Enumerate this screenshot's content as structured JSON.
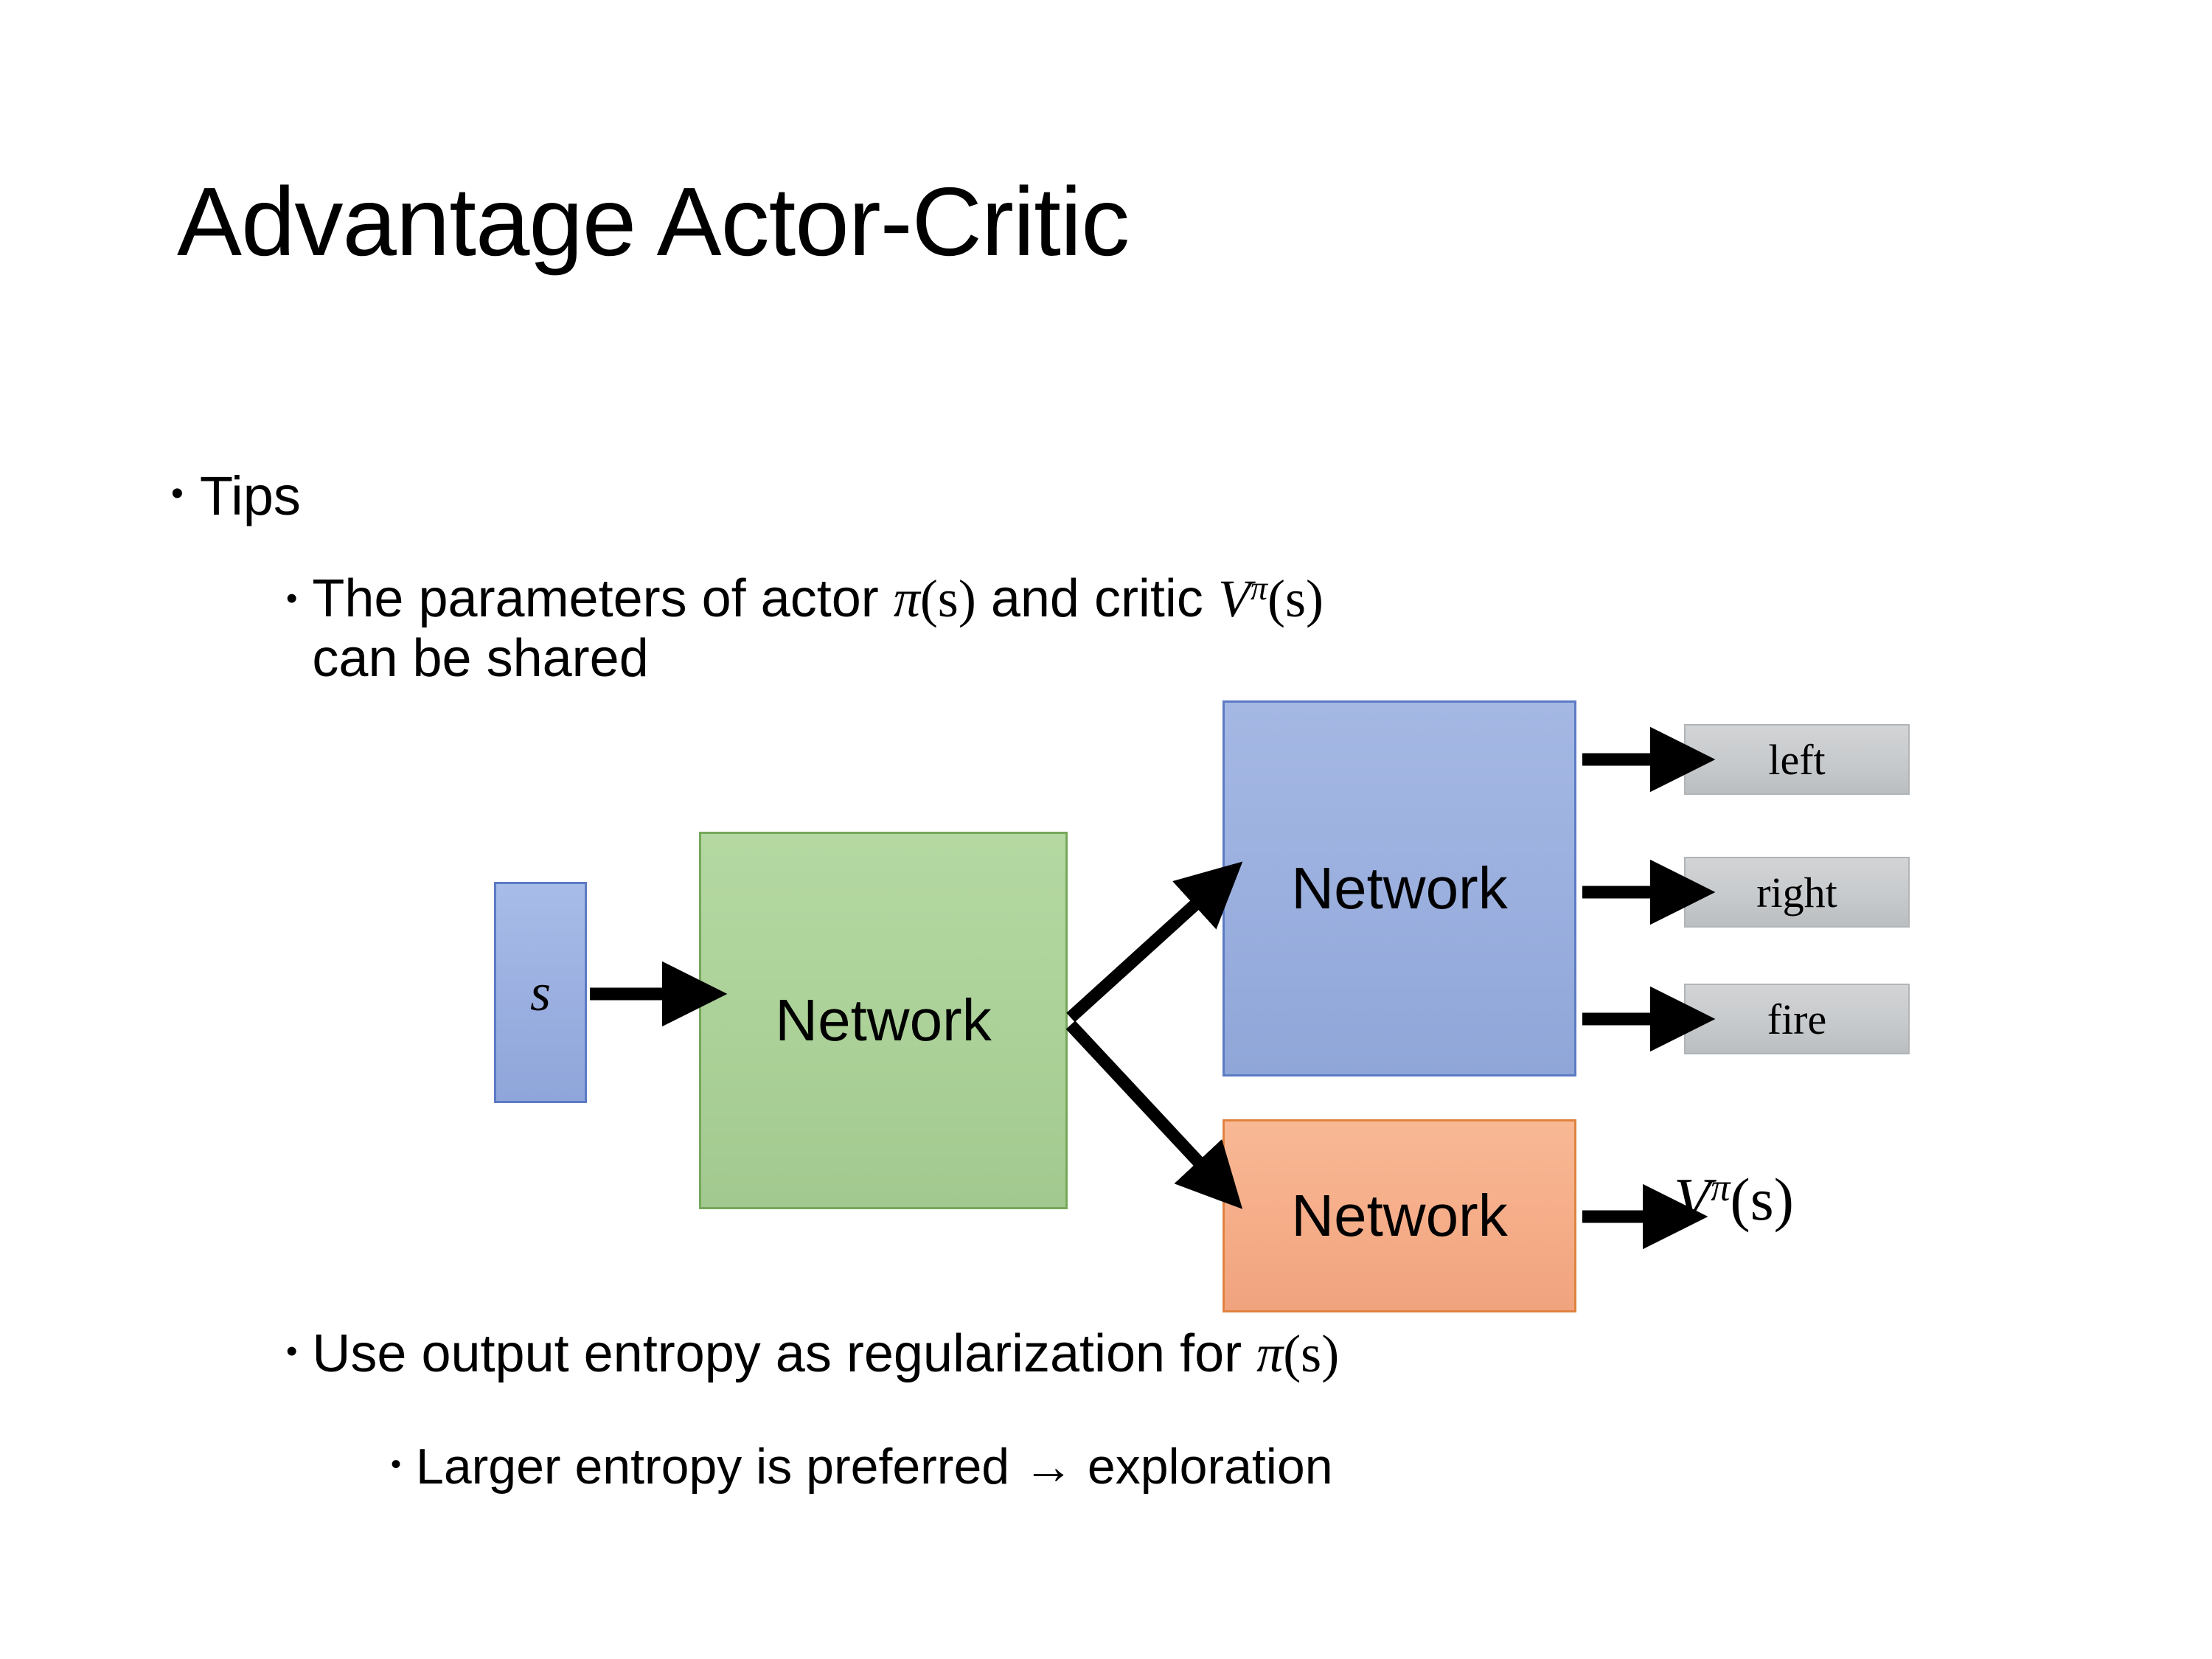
{
  "slide": {
    "title": "Advantage Actor-Critic",
    "background_color": "#FFFFFF"
  },
  "bullets": {
    "tips": {
      "marker": "•",
      "text": "Tips"
    },
    "shared_params": {
      "marker": "•",
      "text_before_pi": "The parameters of actor ",
      "pi_symbol": "π",
      "pi_arg": "(s)",
      "text_between": "  and critic ",
      "v_symbol": "V",
      "v_superscript": "π",
      "v_arg": "(s)",
      "line2": "can be shared"
    },
    "entropy": {
      "marker": "•",
      "text_before_pi": "Use output entropy as regularization for ",
      "pi_symbol": "π",
      "pi_arg": "(s)"
    },
    "larger_entropy": {
      "marker": "•",
      "text": "Larger entropy is preferred → exploration"
    }
  },
  "diagram": {
    "state_box": {
      "label": "s",
      "fill": "#9AAFE0",
      "border": "#5C7BC4"
    },
    "shared_network": {
      "label": "Network",
      "fill": "#ABD198",
      "border": "#76A85C"
    },
    "actor_network": {
      "label": "Network",
      "fill": "#9AAFDE",
      "border": "#5C7BC4"
    },
    "critic_network": {
      "label": "Network",
      "fill": "#F5AD88",
      "border": "#E0833F"
    },
    "action_outputs": [
      {
        "label": "left",
        "fill": "#C6C9CB",
        "border": "#B2B5B7"
      },
      {
        "label": "right",
        "fill": "#C6C9CB",
        "border": "#B2B5B7"
      },
      {
        "label": "fire",
        "fill": "#C6C9CB",
        "border": "#B2B5B7"
      }
    ],
    "critic_output": {
      "v_symbol": "V",
      "v_superscript": "π",
      "v_arg": "(s)"
    },
    "arrow_color": "#000000",
    "arrow_count": 6
  }
}
